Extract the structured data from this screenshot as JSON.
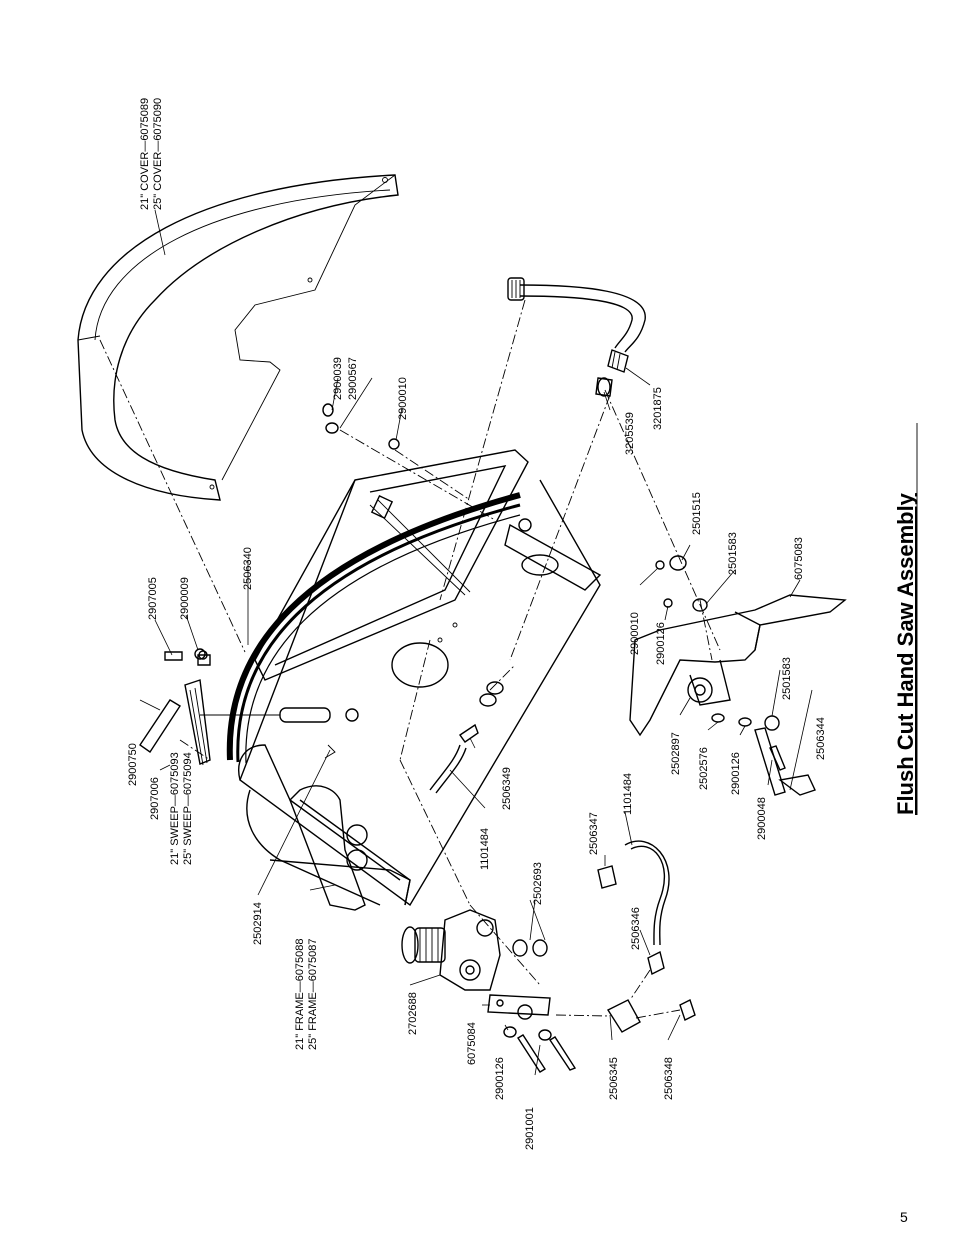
{
  "title": "Flush Cut Hand Saw Assembly",
  "page_number": "5",
  "labels": [
    {
      "id": "cover21",
      "text": "21\"  COVER—6075089"
    },
    {
      "id": "cover25",
      "text": "25\"  COVER—6075090"
    },
    {
      "id": "p2900039",
      "text": "2900039"
    },
    {
      "id": "p2900567",
      "text": "2900567"
    },
    {
      "id": "p2900010a",
      "text": "2900010"
    },
    {
      "id": "p3205539",
      "text": "3205539"
    },
    {
      "id": "p3201875",
      "text": "3201875"
    },
    {
      "id": "p2507005",
      "text": "2907005"
    },
    {
      "id": "p2900009",
      "text": "2900009"
    },
    {
      "id": "p2506340",
      "text": "2506340"
    },
    {
      "id": "p2501515",
      "text": "2501515"
    },
    {
      "id": "p2501583a",
      "text": "2501583"
    },
    {
      "id": "p6075083",
      "text": "6075083"
    },
    {
      "id": "p2900010b",
      "text": "2900010"
    },
    {
      "id": "p2900126a",
      "text": "2900126"
    },
    {
      "id": "p2501583b",
      "text": "2501583"
    },
    {
      "id": "p2506344",
      "text": "2506344"
    },
    {
      "id": "p2502897",
      "text": "2502897"
    },
    {
      "id": "p2502576",
      "text": "2502576"
    },
    {
      "id": "p2900126b",
      "text": "2900126"
    },
    {
      "id": "p2900048",
      "text": "2900048"
    },
    {
      "id": "p2900750",
      "text": "2900750"
    },
    {
      "id": "p2907006",
      "text": "2907006"
    },
    {
      "id": "sweep21",
      "text": "21\"  SWEEP—6075093"
    },
    {
      "id": "sweep25",
      "text": "25\"  SWEEP—6075094"
    },
    {
      "id": "p2506349",
      "text": "2506349"
    },
    {
      "id": "p1101484a",
      "text": "1101484"
    },
    {
      "id": "p1101484b",
      "text": "1101484"
    },
    {
      "id": "p2506347",
      "text": "2506347"
    },
    {
      "id": "p2502693",
      "text": "2502693"
    },
    {
      "id": "p2506346",
      "text": "2506346"
    },
    {
      "id": "p2502914",
      "text": "2502914"
    },
    {
      "id": "frame21",
      "text": "21\"  FRAME—6075088"
    },
    {
      "id": "frame25",
      "text": "25\"  FRAME—6075087"
    },
    {
      "id": "p2702688",
      "text": "2702688"
    },
    {
      "id": "p6075084",
      "text": "6075084"
    },
    {
      "id": "p2900126c",
      "text": "2900126"
    },
    {
      "id": "p2901001",
      "text": "2901001"
    },
    {
      "id": "p2506345",
      "text": "2506345"
    },
    {
      "id": "p2506348",
      "text": "2506348"
    }
  ]
}
